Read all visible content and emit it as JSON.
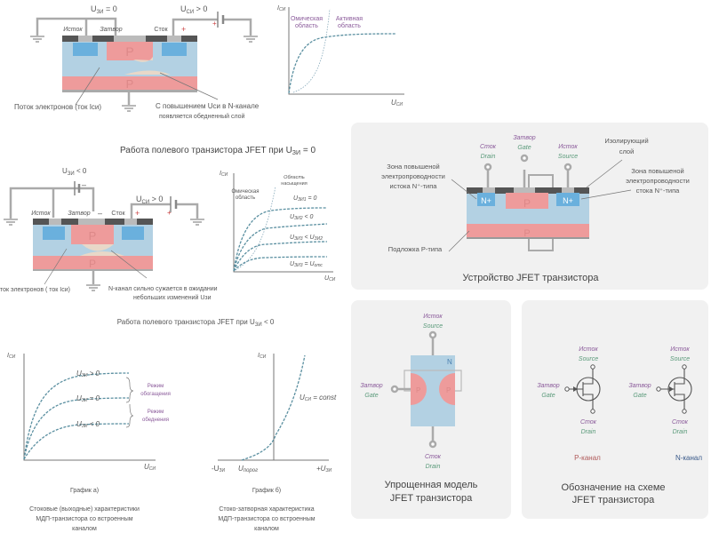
{
  "colors": {
    "n_region": "#b3d1e3",
    "p_region": "#ee9b9b",
    "n_plus": "#6ab0dd",
    "metal": "#555555",
    "wire": "#aaaaaa",
    "label_ru": "#8a5a9a",
    "label_en": "#5a9a7a",
    "p_channel": "#b05a5a",
    "n_channel": "#3a5a8a",
    "panel_bg": "#f1f1f1"
  },
  "s1": {
    "ugs": {
      "u": "U",
      "sub": "ЗИ",
      "rest": " = 0"
    },
    "uds": {
      "u": "U",
      "sub": "СИ",
      "rest": " > 0"
    },
    "source": "Исток",
    "gate": "Затвор",
    "drain": "Сток",
    "plus": "+",
    "p": "P",
    "flow": "Поток электронов (ток Iси)",
    "depl1": "С повышением Uси в N-канале",
    "depl2": "появляется обедненный слой",
    "title": {
      "main": "Работа полевого транзистора JFET  при U",
      "sub": "ЗИ",
      "rest": " = 0"
    },
    "graph": {
      "y": "I",
      "ysub": "СИ",
      "x": "U",
      "xsub": "СИ",
      "ohm1": "Омическая",
      "ohm2": "область",
      "act1": "Активная",
      "act2": "область"
    }
  },
  "s2": {
    "ugs": {
      "u": "U",
      "sub": "ЗИ",
      "rest": " < 0"
    },
    "uds": {
      "u": "U",
      "sub": "СИ",
      "rest": " > 0"
    },
    "source": "Исток",
    "gate": "Затвор",
    "drain": "Сток",
    "minus": "–",
    "plus": "+",
    "p": "P",
    "flow": "ток электронов ( ток Iси)",
    "narrow1": "N-канал сильно сужается в ожидании",
    "narrow2": "небольших изменений Uзи",
    "title": {
      "main": "Работа полевого транзистора JFET  при U",
      "sub": "ЗИ",
      "rest": " < 0"
    },
    "graph": {
      "y": "I",
      "ysub": "СИ",
      "x": "U",
      "xsub": "СИ",
      "ohm1": "Омическая",
      "ohm2": "область",
      "sat1": "Область",
      "sat2": "насыщения",
      "c1": "U",
      "c1s": "ЗИ1",
      "c1r": " = 0",
      "c2": "U",
      "c2s": "ЗИ2",
      "c2r": " < 0",
      "c3": "U",
      "c3s": "ЗИ3",
      "c3r": " < U",
      "c3s2": "ЗИ2",
      "c4": "U",
      "c4s": "ЗИ3",
      "c4r": " = U",
      "c4s2": "отс"
    }
  },
  "s3": {
    "a": {
      "y": "I",
      "ysub": "СИ",
      "x": "U",
      "xsub": "СИ",
      "c1": "U",
      "c1s": "ЗИ",
      "c1r": " > 0",
      "c2": "U",
      "c2s": "ЗИ",
      "c2r": " = 0",
      "c3": "U",
      "c3s": "ЗИ",
      "c3r": " < 0",
      "enr1": "Режим",
      "enr2": "обогащения",
      "dep1": "Режим",
      "dep2": "обеднения",
      "label": "График  а)",
      "cap1": "Стоковые (выходные) характеристики",
      "cap2": "МДП-транзистора со встроенным",
      "cap3": "каналом"
    },
    "b": {
      "y": "I",
      "ysub": "СИ",
      "xneg": "-U",
      "xnegsub": "ЗИ",
      "thr": "U",
      "thrsub": "порог",
      "xpos": "+U",
      "xpossub": "ЗИ",
      "const": "U",
      "constsub": "СИ",
      "constr": " = const",
      "label": "График  б)",
      "cap1": "Стоко-затворная характеристика",
      "cap2": "МДП-транзистора со встроенным",
      "cap3": "каналом"
    }
  },
  "p1": {
    "drain_ru": "Сток",
    "drain_en": "Drain",
    "gate_ru": "Затвор",
    "gate_en": "Gate",
    "source_ru": "Исток",
    "source_en": "Source",
    "l1": "Зона  повышеной",
    "l2": "электропроводности",
    "l3": "истока N⁺-типа",
    "i1": "Изолирующий",
    "i2": "слой",
    "r1": "Зона  повышеной",
    "r2": "электропроводности",
    "r3": "стока N⁺-типа",
    "sub": "Подложка Р-типа",
    "nplus": "N+",
    "p": "P",
    "title": "Устройство JFET транзистора"
  },
  "p2": {
    "source_ru": "Исток",
    "source_en": "Source",
    "drain_ru": "Сток",
    "drain_en": "Drain",
    "gate_ru": "Затвор",
    "gate_en": "Gate",
    "n": "N",
    "p": "P",
    "title1": "Упрощенная модель",
    "title2": "JFET транзистора"
  },
  "p3": {
    "source_ru": "Исток",
    "source_en": "Source",
    "drain_ru": "Сток",
    "drain_en": "Drain",
    "gate_ru": "Затвор",
    "gate_en": "Gate",
    "pch": "P-канал",
    "nch": "N-канал",
    "title1": "Обозначение на схеме",
    "title2": "JFET транзистора"
  }
}
